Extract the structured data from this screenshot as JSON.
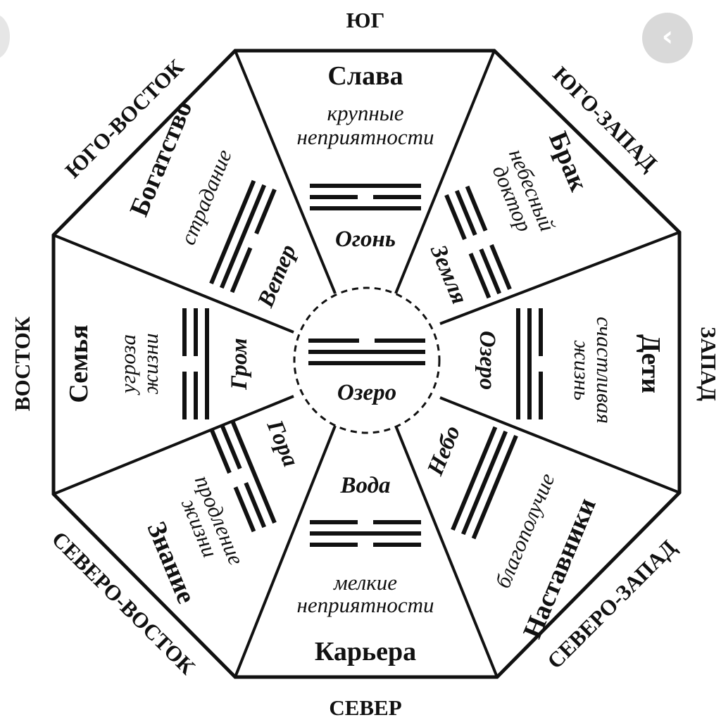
{
  "directions": {
    "south": "ЮГ",
    "southwest": "ЮГО-ЗАПАД",
    "west": "ЗАПАД",
    "northwest": "СЕВЕРО-ЗАПАД",
    "north": "СЕВЕР",
    "northeast": "СЕВЕРО-ВОСТОК",
    "east": "ВОСТОК",
    "southeast": "ЮГО-ВОСТОК"
  },
  "sectors": {
    "south": {
      "area": "Слава",
      "meaning_1": "крупные",
      "meaning_2": "неприятности",
      "element": "Огонь",
      "trigram": [
        1,
        0,
        1
      ]
    },
    "southwest": {
      "area": "Брак",
      "meaning_1": "небесный",
      "meaning_2": "доктор",
      "element": "Земля",
      "trigram": [
        0,
        0,
        0
      ]
    },
    "west": {
      "area": "Дети",
      "meaning_1": "счастливая",
      "meaning_2": "жизнь",
      "element": "Озеро",
      "trigram": [
        0,
        1,
        1
      ]
    },
    "northwest": {
      "area": "Наставники",
      "meaning_1": "благополучие",
      "element": "Небо",
      "trigram": [
        1,
        1,
        1
      ]
    },
    "north": {
      "area": "Карьера",
      "meaning_1": "мелкие",
      "meaning_2": "неприятности",
      "element": "Вода",
      "trigram": [
        0,
        1,
        0
      ]
    },
    "northeast": {
      "area": "Знание",
      "meaning_1": "продление",
      "meaning_2": "жизни",
      "element": "Гора",
      "trigram": [
        1,
        0,
        0
      ]
    },
    "east": {
      "area": "Семья",
      "meaning_1": "угроза",
      "meaning_2": "жизни",
      "element": "Гром",
      "trigram": [
        0,
        0,
        1
      ]
    },
    "southeast": {
      "area": "Богатство",
      "meaning_1": "страдание",
      "element": "Ветер",
      "trigram": [
        1,
        1,
        0
      ]
    }
  },
  "center": {
    "element": "Озеро",
    "trigram": [
      0,
      1,
      1
    ]
  },
  "nav": {
    "icon": "chevron-left-icon",
    "glyph": "‹"
  }
}
